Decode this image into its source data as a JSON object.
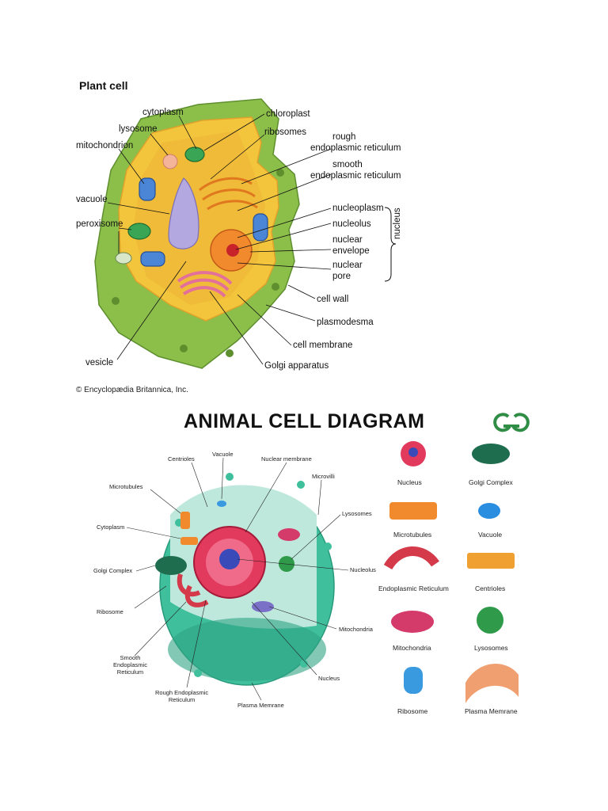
{
  "plant": {
    "title": "Plant cell",
    "credit": "© Encyclopædia Britannica, Inc.",
    "labels": {
      "cytoplasm": "cytoplasm",
      "lysosome": "lysosome",
      "mitochondrion": "mitochondrion",
      "vacuole": "vacuole",
      "peroxisome": "peroxisome",
      "vesicle": "vesicle",
      "chloroplast": "chloroplast",
      "ribosomes": "ribosomes",
      "rough_er_1": "rough",
      "rough_er_2": "endoplasmic reticulum",
      "smooth_er_1": "smooth",
      "smooth_er_2": "endoplasmic reticulum",
      "nucleoplasm": "nucleoplasm",
      "nucleolus": "nucleolus",
      "nuclear_envelope_1": "nuclear",
      "nuclear_envelope_2": "envelope",
      "nuclear_pore_1": "nuclear",
      "nuclear_pore_2": "pore",
      "nucleus": "nucleus",
      "cell_wall": "cell wall",
      "plasmodesma": "plasmodesma",
      "cell_membrane": "cell membrane",
      "golgi": "Golgi apparatus"
    }
  },
  "animal": {
    "title": "ANIMAL CELL DIAGRAM",
    "logo_text": "GG",
    "labels": {
      "centrioles": "Centrioles",
      "vacuole": "Vacuole",
      "nuclear_membrane": "Nuclear membrane",
      "microvilli": "Microvilli",
      "microtubules": "Microtubules",
      "lysosomes": "Lysosomes",
      "cytoplasm": "Cytoplasm",
      "golgi": "Golgi Complex",
      "nucleolus": "Nucleolus",
      "ribosome": "Ribosome",
      "mitochondria": "Mitochondria",
      "smooth_er_1": "Smooth",
      "smooth_er_2": "Endoplasmic",
      "smooth_er_3": "Reticulum",
      "rough_er_1": "Rough Endoplasmic",
      "rough_er_2": "Reticulum",
      "plasma": "Plasma Memrane",
      "nucleus": "Nucleus"
    },
    "legend": [
      "Nucleus",
      "Golgi Complex",
      "Microtubules",
      "Vacuole",
      "Endoplasmic Reticulum",
      "Centrioles",
      "Mitochondria",
      "Lysosomes",
      "Ribosome",
      "Plasma Memrane"
    ]
  },
  "colors": {
    "cell_wall": "#8cbf4a",
    "cytoplasm": "#f2c53c",
    "vacuole": "#b4a8e0",
    "gfg_green": "#2f8d46",
    "animal_body": "#3fbf9c"
  }
}
